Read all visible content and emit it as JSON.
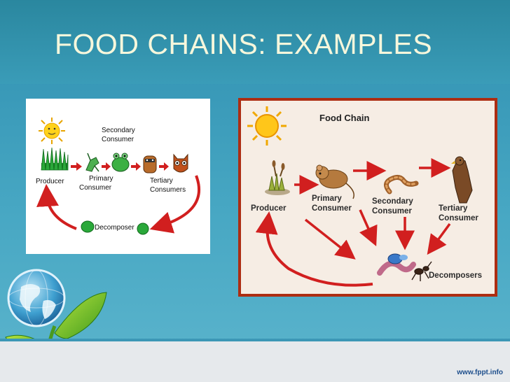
{
  "slide": {
    "title": "FOOD CHAINS: EXAMPLES",
    "footer_url": "www.fppt.info"
  },
  "left_diagram": {
    "labels": {
      "secondary": [
        "Secondary",
        "Consumer"
      ],
      "primary": [
        "Primary",
        "Consumer"
      ],
      "tertiary": [
        "Tertiary",
        "Consumers"
      ],
      "producer": "Producer",
      "decomposer": "Decomposer"
    }
  },
  "right_diagram": {
    "title": "Food Chain",
    "labels": {
      "producer": "Producer",
      "primary": [
        "Primary",
        "Consumer"
      ],
      "secondary": [
        "Secondary",
        "Consumer"
      ],
      "tertiary": [
        "Tertiary",
        "Consumer"
      ],
      "decomposers": "Decomposers"
    }
  },
  "colors": {
    "arrow_red": "#d11f1f",
    "frame_red": "#ad2d12",
    "title_text": "#f6f7dc"
  }
}
